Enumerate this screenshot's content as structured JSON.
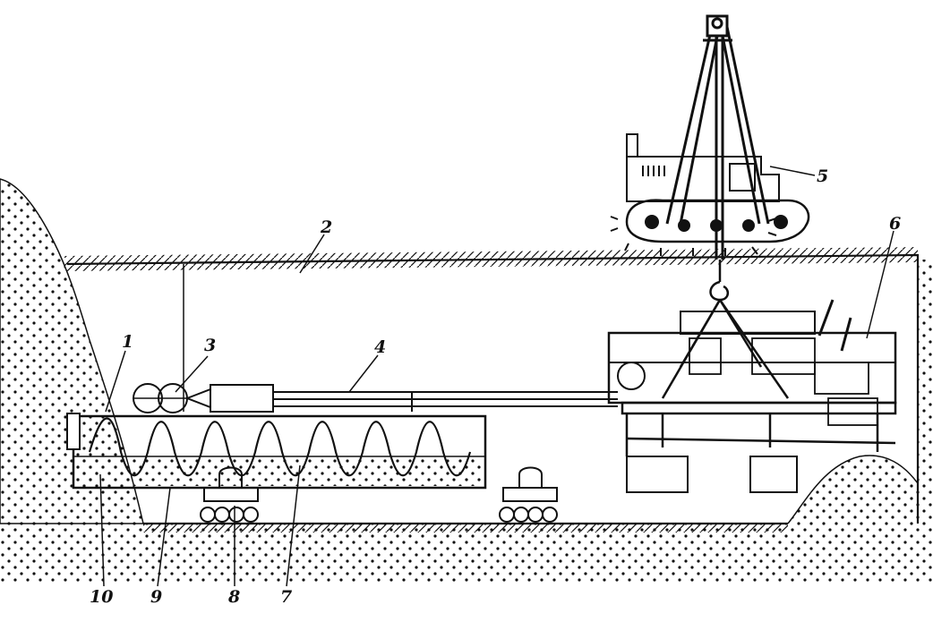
{
  "figure": {
    "callouts": [
      {
        "id": "label-1",
        "text": "1"
      },
      {
        "id": "label-2",
        "text": "2"
      },
      {
        "id": "label-3",
        "text": "3"
      },
      {
        "id": "label-4",
        "text": "4"
      },
      {
        "id": "label-5",
        "text": "5"
      },
      {
        "id": "label-6",
        "text": "6"
      },
      {
        "id": "label-7",
        "text": "7"
      },
      {
        "id": "label-8",
        "text": "8"
      },
      {
        "id": "label-9",
        "text": "9"
      },
      {
        "id": "label-10",
        "text": "10"
      }
    ],
    "colors": {
      "ink": "#111111",
      "paper": "#ffffff"
    }
  }
}
